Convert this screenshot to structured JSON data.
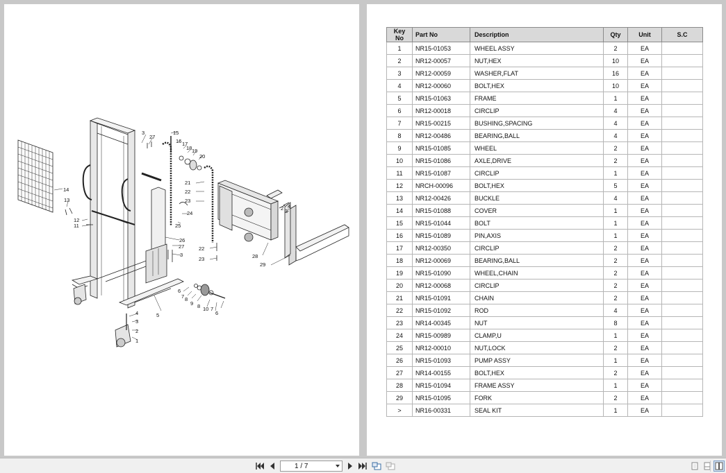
{
  "diagram": {
    "callouts": [
      "1",
      "2",
      "3",
      "4",
      "5",
      "6",
      "7",
      "8",
      "9",
      "10",
      "11",
      "12",
      "13",
      "14",
      "15",
      "16",
      "17",
      "18",
      "19",
      "20",
      "21",
      "22",
      "23",
      "24",
      "25",
      "26",
      "27",
      "28",
      "29"
    ]
  },
  "table": {
    "headers": {
      "key": "Key No",
      "part": "Part No",
      "desc": "Description",
      "qty": "Qty",
      "unit": "Unit",
      "sc": "S.C"
    },
    "rows": [
      {
        "key": "1",
        "part": "NR15-01053",
        "desc": "WHEEL ASSY",
        "qty": "2",
        "unit": "EA",
        "sc": ""
      },
      {
        "key": "2",
        "part": "NR12-00057",
        "desc": "NUT,HEX",
        "qty": "10",
        "unit": "EA",
        "sc": ""
      },
      {
        "key": "3",
        "part": "NR12-00059",
        "desc": "WASHER,FLAT",
        "qty": "16",
        "unit": "EA",
        "sc": ""
      },
      {
        "key": "4",
        "part": "NR12-00060",
        "desc": "BOLT,HEX",
        "qty": "10",
        "unit": "EA",
        "sc": ""
      },
      {
        "key": "5",
        "part": "NR15-01063",
        "desc": "FRAME",
        "qty": "1",
        "unit": "EA",
        "sc": ""
      },
      {
        "key": "6",
        "part": "NR12-00018",
        "desc": "CIRCLIP",
        "qty": "4",
        "unit": "EA",
        "sc": ""
      },
      {
        "key": "7",
        "part": "NR15-00215",
        "desc": "BUSHING,SPACING",
        "qty": "4",
        "unit": "EA",
        "sc": ""
      },
      {
        "key": "8",
        "part": "NR12-00486",
        "desc": "BEARING,BALL",
        "qty": "4",
        "unit": "EA",
        "sc": ""
      },
      {
        "key": "9",
        "part": "NR15-01085",
        "desc": "WHEEL",
        "qty": "2",
        "unit": "EA",
        "sc": ""
      },
      {
        "key": "10",
        "part": "NR15-01086",
        "desc": "AXLE,DRIVE",
        "qty": "2",
        "unit": "EA",
        "sc": ""
      },
      {
        "key": "11",
        "part": "NR15-01087",
        "desc": "CIRCLIP",
        "qty": "1",
        "unit": "EA",
        "sc": ""
      },
      {
        "key": "12",
        "part": "NRCH-00096",
        "desc": "BOLT,HEX",
        "qty": "5",
        "unit": "EA",
        "sc": ""
      },
      {
        "key": "13",
        "part": "NR12-00426",
        "desc": "BUCKLE",
        "qty": "4",
        "unit": "EA",
        "sc": ""
      },
      {
        "key": "14",
        "part": "NR15-01088",
        "desc": "COVER",
        "qty": "1",
        "unit": "EA",
        "sc": ""
      },
      {
        "key": "15",
        "part": "NR15-01044",
        "desc": "BOLT",
        "qty": "1",
        "unit": "EA",
        "sc": ""
      },
      {
        "key": "16",
        "part": "NR15-01089",
        "desc": "PIN,AXIS",
        "qty": "1",
        "unit": "EA",
        "sc": ""
      },
      {
        "key": "17",
        "part": "NR12-00350",
        "desc": "CIRCLIP",
        "qty": "2",
        "unit": "EA",
        "sc": ""
      },
      {
        "key": "18",
        "part": "NR12-00069",
        "desc": "BEARING,BALL",
        "qty": "2",
        "unit": "EA",
        "sc": ""
      },
      {
        "key": "19",
        "part": "NR15-01090",
        "desc": "WHEEL,CHAIN",
        "qty": "2",
        "unit": "EA",
        "sc": ""
      },
      {
        "key": "20",
        "part": "NR12-00068",
        "desc": "CIRCLIP",
        "qty": "2",
        "unit": "EA",
        "sc": ""
      },
      {
        "key": "21",
        "part": "NR15-01091",
        "desc": "CHAIN",
        "qty": "2",
        "unit": "EA",
        "sc": ""
      },
      {
        "key": "22",
        "part": "NR15-01092",
        "desc": "ROD",
        "qty": "4",
        "unit": "EA",
        "sc": ""
      },
      {
        "key": "23",
        "part": "NR14-00345",
        "desc": "NUT",
        "qty": "8",
        "unit": "EA",
        "sc": ""
      },
      {
        "key": "24",
        "part": "NR15-00989",
        "desc": "CLAMP,U",
        "qty": "1",
        "unit": "EA",
        "sc": ""
      },
      {
        "key": "25",
        "part": "NR12-00010",
        "desc": "NUT,LOCK",
        "qty": "2",
        "unit": "EA",
        "sc": ""
      },
      {
        "key": "26",
        "part": "NR15-01093",
        "desc": "PUMP ASSY",
        "qty": "1",
        "unit": "EA",
        "sc": ""
      },
      {
        "key": "27",
        "part": "NR14-00155",
        "desc": "BOLT,HEX",
        "qty": "2",
        "unit": "EA",
        "sc": ""
      },
      {
        "key": "28",
        "part": "NR15-01094",
        "desc": "FRAME ASSY",
        "qty": "1",
        "unit": "EA",
        "sc": ""
      },
      {
        "key": "29",
        "part": "NR15-01095",
        "desc": "FORK",
        "qty": "2",
        "unit": "EA",
        "sc": ""
      },
      {
        "key": ">",
        "part": "NR16-00331",
        "desc": "SEAL KIT",
        "qty": "1",
        "unit": "EA",
        "sc": ""
      }
    ]
  },
  "toolbar": {
    "page_indicator": "1 / 7",
    "icons": [
      "first-page-icon",
      "prev-page-icon",
      "next-page-icon",
      "last-page-icon",
      "rotate-icon",
      "fit-icon",
      "single-page-icon",
      "two-page-icon",
      "grid-page-icon"
    ]
  },
  "colors": {
    "background": "#c8c8c8",
    "page": "#ffffff",
    "header_fill": "#d9d9d9",
    "toolbar": "#f0f0f0"
  }
}
